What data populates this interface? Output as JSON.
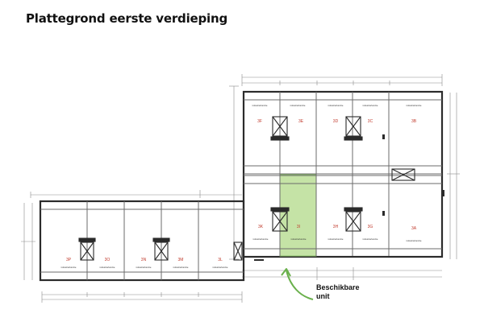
{
  "title": "Plattegrond eerste verdieping",
  "annotation": {
    "line1": "Beschikbare",
    "line2": "unit"
  },
  "colors": {
    "wall": "#2b2b2b",
    "grid": "#6b6b6b",
    "unit_label": "#c0392b",
    "available_fill": "#c5e3a6",
    "arrow": "#6ab04c"
  },
  "units": [
    {
      "id": "3F",
      "sub": "industriefunctie"
    },
    {
      "id": "3E",
      "sub": "industriefunctie"
    },
    {
      "id": "3D",
      "sub": "industriefunctie"
    },
    {
      "id": "3C",
      "sub": "industriefunctie"
    },
    {
      "id": "3B",
      "sub": "industriefunctie"
    },
    {
      "id": "3K",
      "sub": "industriefunctie"
    },
    {
      "id": "3I",
      "sub": "industriefunctie",
      "available": true
    },
    {
      "id": "3H",
      "sub": "industriefunctie"
    },
    {
      "id": "3G",
      "sub": "industriefunctie"
    },
    {
      "id": "3A",
      "sub": "industriefunctie"
    },
    {
      "id": "3P",
      "sub": "industriefunctie"
    },
    {
      "id": "3O",
      "sub": "industriefunctie"
    },
    {
      "id": "3N",
      "sub": "industriefunctie"
    },
    {
      "id": "3M",
      "sub": "industriefunctie"
    },
    {
      "id": "3L",
      "sub": "industriefunctie"
    }
  ]
}
